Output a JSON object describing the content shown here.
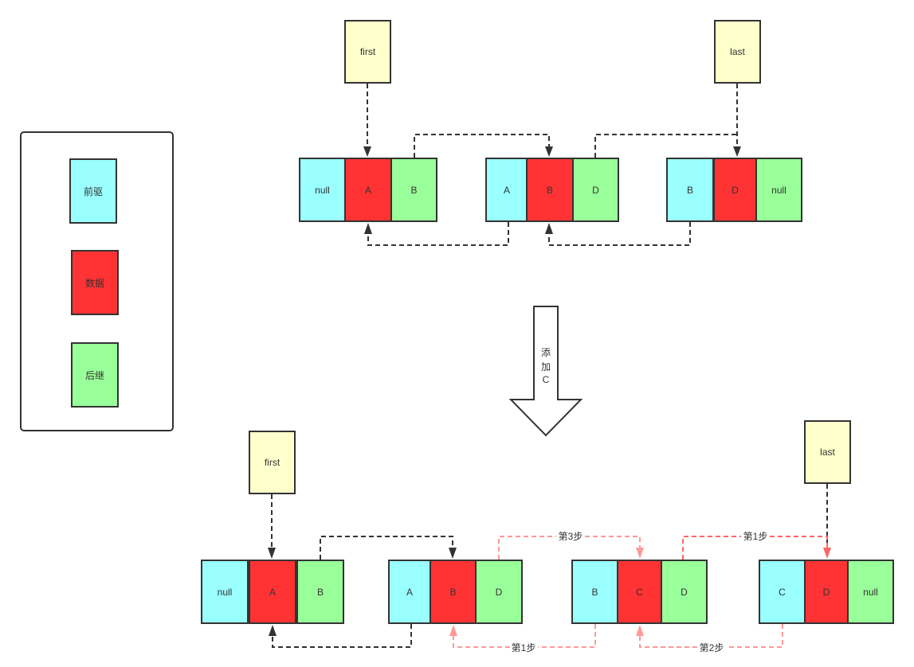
{
  "legend": {
    "prev_label": "前驱",
    "data_label": "数据",
    "next_label": "后继"
  },
  "colors": {
    "prev": "#99ffff",
    "data": "#ff3333",
    "next": "#99ff99",
    "pointer": "#ffffcc",
    "link": "#333333",
    "step_link": "#ff9999",
    "step_link_strong": "#ff6666"
  },
  "before": {
    "first_label": "first",
    "last_label": "last",
    "nodes": [
      {
        "prev": "null",
        "data": "A",
        "next": "B"
      },
      {
        "prev": "A",
        "data": "B",
        "next": "D"
      },
      {
        "prev": "B",
        "data": "D",
        "next": "null"
      }
    ]
  },
  "transition": {
    "label_line1": "添",
    "label_line2": "加",
    "label_line3": "C"
  },
  "after": {
    "first_label": "first",
    "last_label": "last",
    "nodes": [
      {
        "prev": "null",
        "data": "A",
        "next": "B"
      },
      {
        "prev": "A",
        "data": "B",
        "next": "D"
      },
      {
        "prev": "B",
        "data": "C",
        "next": "D"
      },
      {
        "prev": "C",
        "data": "D",
        "next": "null"
      }
    ],
    "step_labels": {
      "step3_top": "第3步",
      "step1_top": "第1步",
      "step1_bottom": "第1步",
      "step2_bottom": "第2步"
    }
  }
}
